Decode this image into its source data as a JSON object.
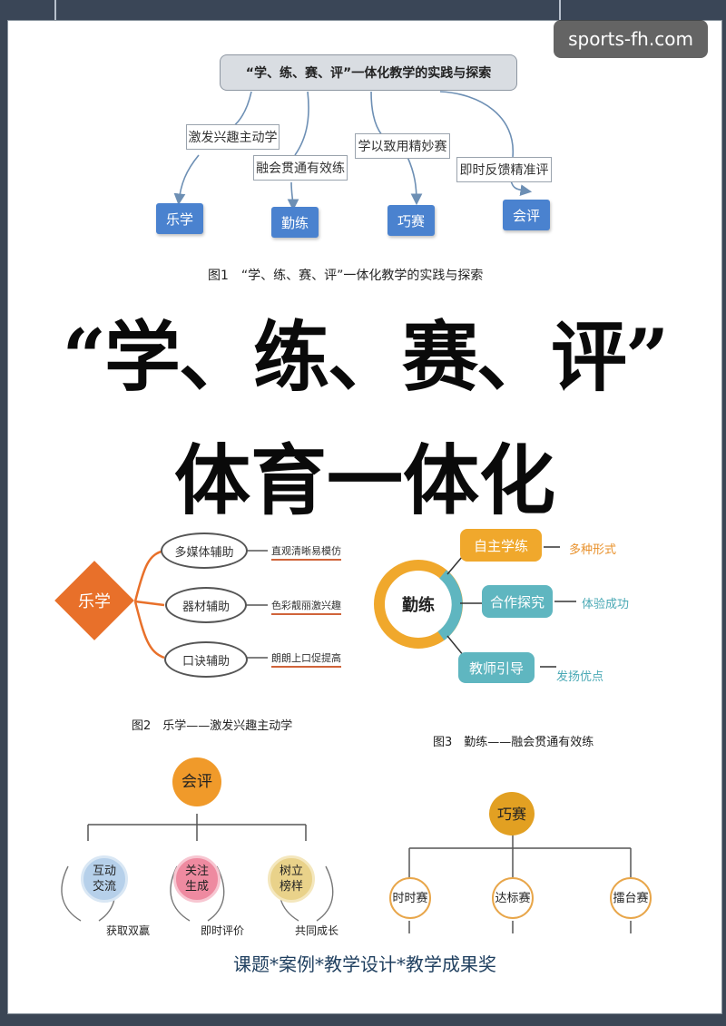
{
  "watermark": "sports-fh.com",
  "fig1": {
    "title": "“学、练、赛、评”一体化教学的实践与探索",
    "labels": [
      "激发兴趣主动学",
      "融会贯通有效练",
      "学以致用精妙赛",
      "即时反馈精准评"
    ],
    "nodes": [
      "乐学",
      "勤练",
      "巧赛",
      "会评"
    ],
    "caption": "图1　“学、练、赛、评”一体化教学的实践与探索"
  },
  "headline": {
    "line1": "“学、练、赛、评”",
    "line2": "体育一体化"
  },
  "fig2": {
    "center": "乐学",
    "branches": [
      "多媒体辅助",
      "器材辅助",
      "口诀辅助"
    ],
    "notes": [
      "直观清晰易模仿",
      "色彩靓丽激兴趣",
      "朗朗上口促提高"
    ],
    "caption": "图2　乐学——激发兴趣主动学"
  },
  "fig3": {
    "center": "勤练",
    "items": [
      "自主学练",
      "合作探究",
      "教师引导"
    ],
    "notes": [
      "多种形式",
      "体验成功",
      "发扬优点"
    ],
    "caption": "图3　勤练——融会贯通有效练"
  },
  "fig4": {
    "center": "会评",
    "circles": [
      {
        "line1": "互动",
        "line2": "交流",
        "note": "获取双赢"
      },
      {
        "line1": "关注",
        "line2": "生成",
        "note": "即时评价"
      },
      {
        "line1": "树立",
        "line2": "榜样",
        "note": "共同成长"
      }
    ]
  },
  "fig5": {
    "center": "巧赛",
    "items": [
      "时时赛",
      "达标赛",
      "擂台赛"
    ]
  },
  "footer": "课题*案例*教学设计*教学成果奖",
  "colors": {
    "blue_node": "#4a82cf",
    "orange": "#e8702a",
    "amber": "#f0a82c",
    "teal": "#5fb6c0",
    "pink": "#e9748a",
    "gold": "#e09a1a"
  }
}
